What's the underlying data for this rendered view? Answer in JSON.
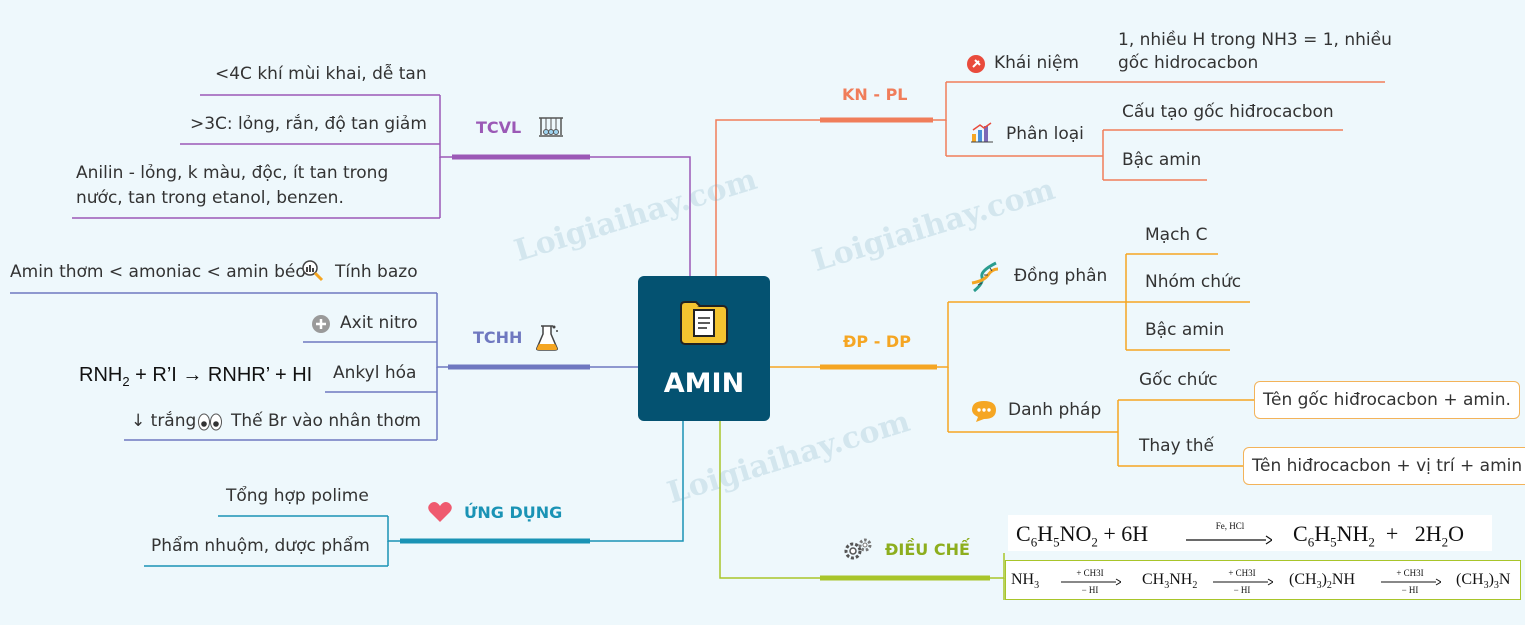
{
  "center": {
    "title": "AMIN"
  },
  "watermark": "Loigiaihay.com",
  "colors": {
    "center_bg": "#045271",
    "tcvl": "#9b59b6",
    "tchh": "#6f78c0",
    "ungdung": "#1a93b5",
    "kn_pl": "#f07d5a",
    "dp": "#f5a623",
    "dieuche": "#a8c52a"
  },
  "branches": {
    "tcvl": {
      "label": "TCVL",
      "icon": "newtons-cradle-icon",
      "items": [
        "<4C khí mùi khai, dễ tan",
        ">3C: lỏng, rắn, độ tan giảm",
        "Anilin - lỏng, k màu, độc, ít tan trong",
        "nước, tan trong etanol, benzen."
      ]
    },
    "tchh": {
      "label": "TCHH",
      "icon": "flask-icon",
      "items": {
        "bazo": {
          "label": "Tính bazo",
          "note": "Amin thơm < amoniac < amin béo",
          "icon": "magnifier-chart-icon"
        },
        "nitro": {
          "label": "Axit nitro",
          "icon": "plus-circle-icon"
        },
        "ankyl": {
          "label": "Ankyl hóa",
          "eq_left": "RNH",
          "eq_sub": "2",
          "eq_right": " + R’I →  RNHR’ + HI"
        },
        "brom": {
          "label": "Thế Br vào nhân thơm",
          "note": "↓ trắng",
          "icon": "eyes-icon"
        }
      }
    },
    "ungdung": {
      "label": "ỨNG DỤNG",
      "icon": "heart-icon",
      "items": [
        "Tổng hợp polime",
        "Phẩm nhuộm, dược phẩm"
      ]
    },
    "kn_pl": {
      "label": "KN - PL",
      "khainiem": {
        "label": "Khái niệm",
        "icon": "pin-icon",
        "text1": "1, nhiều H trong NH3 = 1, nhiều",
        "text2": "gốc hidrocacbon"
      },
      "phanloai": {
        "label": "Phân loại",
        "icon": "bar-chart-icon",
        "items": [
          "Cấu tạo gốc hiđrocacbon",
          "Bậc amin"
        ]
      }
    },
    "dp_dp": {
      "label": "ĐP - DP",
      "dongphan": {
        "label": "Đồng phân",
        "icon": "dna-icon",
        "items": [
          "Mạch C",
          "Nhóm chức",
          "Bậc amin"
        ]
      },
      "danhphap": {
        "label": "Danh pháp",
        "icon": "speech-bubble-icon",
        "gocchuc": {
          "label": "Gốc chức",
          "result": "Tên gốc hiđrocacbon + amin."
        },
        "thaythe": {
          "label": "Thay thế",
          "result": "Tên hiđrocacbon + vị trí + amin"
        }
      }
    },
    "dieuche": {
      "label": "ĐIỀU CHẾ",
      "icon": "gears-icon",
      "reaction1": {
        "left": "C6H5NO2 + 6H",
        "condition": "Fe, HCl",
        "right": "C6H5NH2  +  2H2O"
      },
      "reaction2": {
        "species": [
          "NH3",
          "CH3NH2",
          "(CH3)2NH",
          "(CH3)3N"
        ],
        "cond_top": "+ CH3I",
        "cond_bottom": "− HI"
      }
    }
  }
}
